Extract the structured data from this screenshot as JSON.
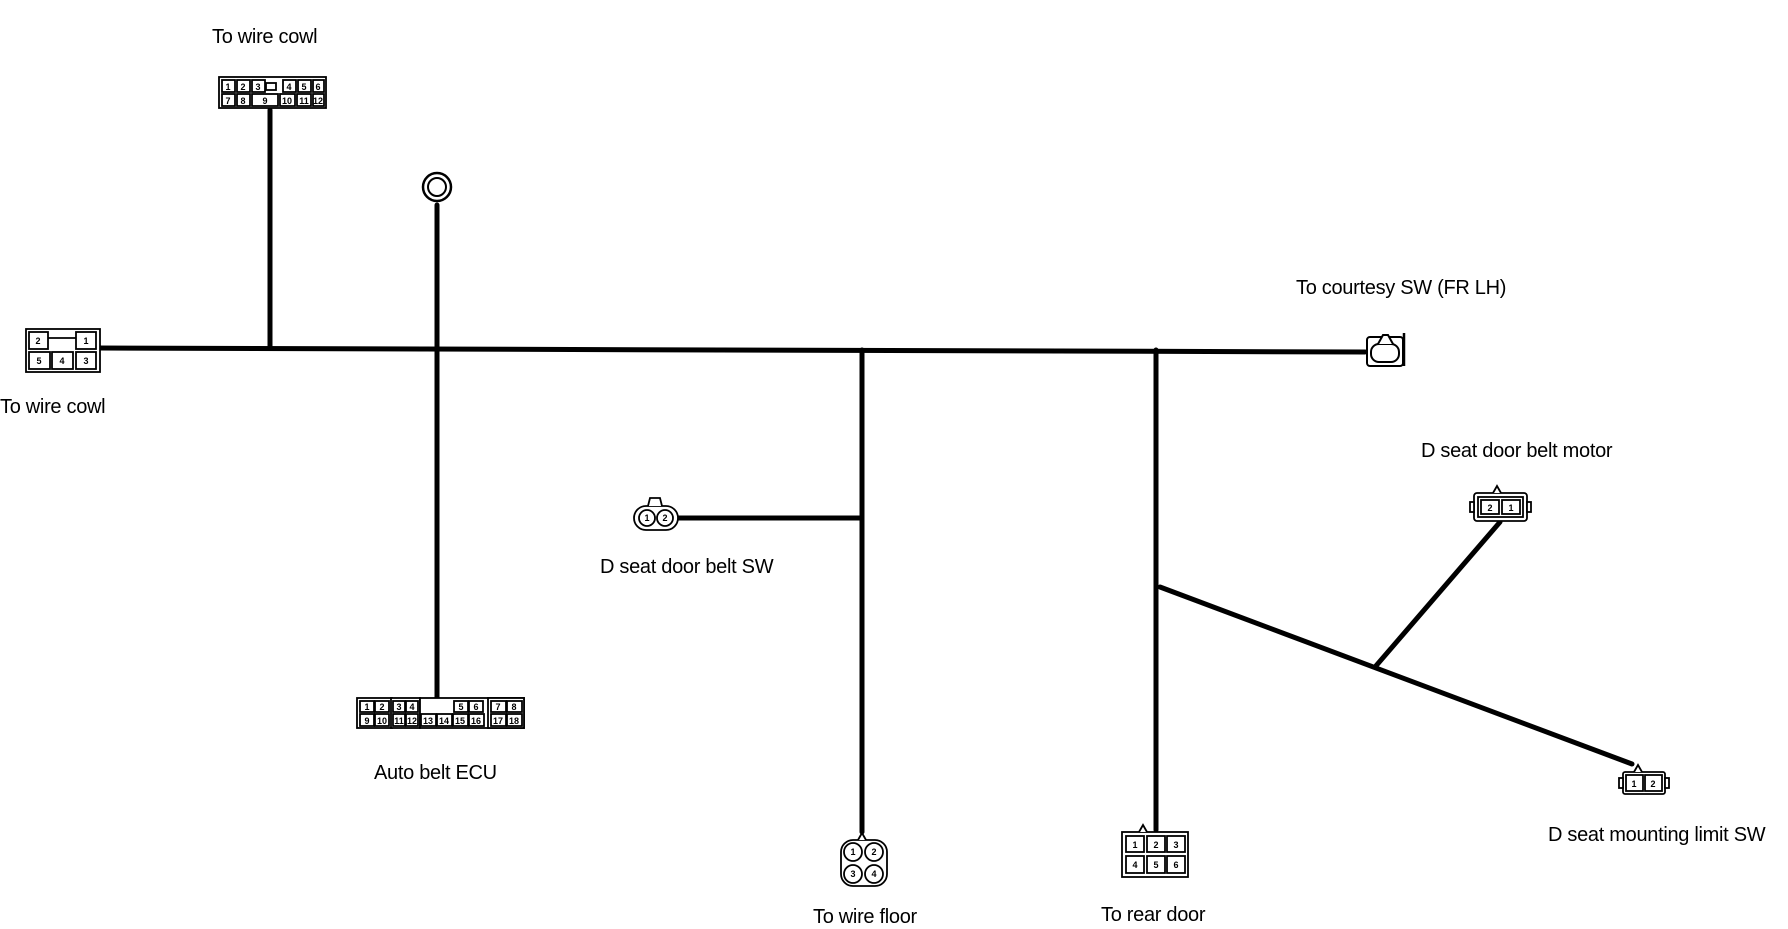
{
  "labels": {
    "wire_cowl_top": "To wire cowl",
    "wire_cowl_left": "To wire cowl",
    "courtesy_sw": "To courtesy SW (FR LH)",
    "seat_belt_motor": "D seat door belt motor",
    "seat_belt_sw": "D seat door belt SW",
    "auto_belt_ecu": "Auto belt ECU",
    "wire_floor": "To wire floor",
    "rear_door": "To rear door",
    "mounting_limit_sw": "D seat mounting limit SW"
  },
  "pins": {
    "cowl_top_row1": [
      "1",
      "2",
      "3",
      "4",
      "5",
      "6"
    ],
    "cowl_top_row2": [
      "7",
      "8",
      "9",
      "10",
      "11",
      "12"
    ],
    "cowl_left": [
      "2",
      "1",
      "5",
      "4",
      "3"
    ],
    "ecu_row1": [
      "1",
      "2",
      "3",
      "4",
      "5",
      "6",
      "7",
      "8"
    ],
    "ecu_row2": [
      "9",
      "10",
      "11",
      "12",
      "13",
      "14",
      "15",
      "16",
      "17",
      "18"
    ],
    "belt_sw": [
      "1",
      "2"
    ],
    "belt_motor": [
      "2",
      "1"
    ],
    "wire_floor": [
      "1",
      "2",
      "3",
      "4"
    ],
    "rear_door": [
      "1",
      "2",
      "3",
      "4",
      "5",
      "6"
    ],
    "limit_sw": [
      "1",
      "2"
    ]
  },
  "colors": {
    "wire": "#000000",
    "background": "#ffffff"
  }
}
